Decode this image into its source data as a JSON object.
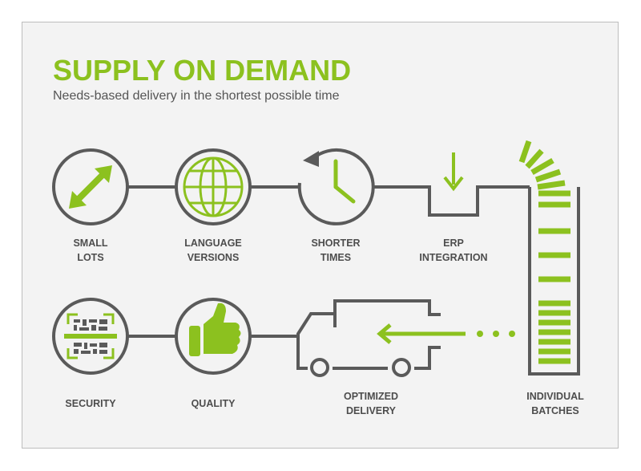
{
  "title": "SUPPLY ON DEMAND",
  "subtitle": "Needs-based delivery in the shortest possible time",
  "colors": {
    "accent": "#8cc11f",
    "line": "#5a5a5a",
    "text": "#4d4d4d",
    "background": "#f3f3f3"
  },
  "steps": [
    {
      "icon": "resize-arrow-icon",
      "line1": "SMALL",
      "line2": "LOTS"
    },
    {
      "icon": "globe-icon",
      "line1": "LANGUAGE",
      "line2": "VERSIONS"
    },
    {
      "icon": "clock-icon",
      "line1": "SHORTER",
      "line2": "TIMES"
    },
    {
      "icon": "down-arrow-icon",
      "line1": "ERP",
      "line2": "INTEGRATION"
    },
    {
      "icon": "stacked-bars-icon",
      "line1": "INDIVIDUAL",
      "line2": "BATCHES"
    },
    {
      "icon": "truck-icon",
      "line1": "OPTIMIZED",
      "line2": "DELIVERY"
    },
    {
      "icon": "thumbs-up-icon",
      "line1": "QUALITY",
      "line2": ""
    },
    {
      "icon": "qr-code-scan-icon",
      "line1": "SECURITY",
      "line2": ""
    }
  ]
}
